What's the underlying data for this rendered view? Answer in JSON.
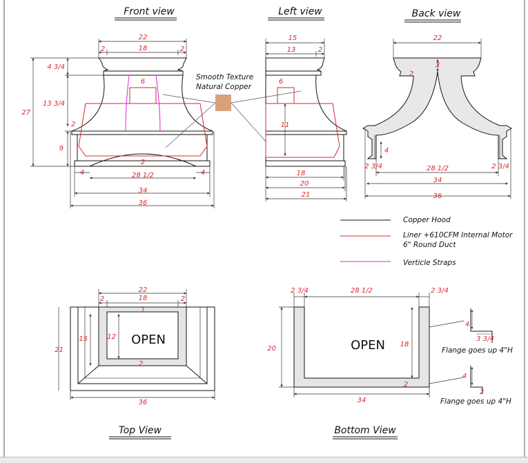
{
  "views": {
    "front": "Front view",
    "left": "Left view",
    "back": "Back view",
    "top": "Top View",
    "bottom": "Bottom View"
  },
  "callout": {
    "line1": "Smooth Texture",
    "line2": "Natural Copper",
    "swatch_color": "#d9a07a"
  },
  "legend": {
    "items": [
      {
        "label": "Copper Hood",
        "color": "#111111"
      },
      {
        "label": "Liner +610CFM Internal Motor",
        "sub": "6\" Round Duct",
        "color": "#d8262c"
      },
      {
        "label": "Verticle Straps",
        "color": "#e020e0"
      }
    ]
  },
  "front_dims": {
    "top_width": "22",
    "inner_width": "18",
    "side_left": "2",
    "side_right": "2",
    "overall_height": "27",
    "crown_height": "4 3/4",
    "body_height": "13 3/4",
    "band_height": "2",
    "base_height": "9",
    "duct": "6",
    "arch_rise": "2",
    "leg_left": "4",
    "leg_right": "4",
    "opening": "28 1/2",
    "base_width": "34",
    "overall_width": "36"
  },
  "left_dims": {
    "top_depth": "15",
    "inner_depth": "13",
    "side": "2",
    "duct": "6",
    "liner_height": "11",
    "d18": "18",
    "d20": "20",
    "d21": "21"
  },
  "back_dims": {
    "top_width": "22",
    "top_center": "3",
    "corner": "2",
    "leg_height": "4",
    "leg_left": "2 3/4",
    "leg_right": "2 3/4",
    "opening": "28 1/2",
    "d34": "34",
    "d36": "36"
  },
  "top_dims": {
    "width": "22",
    "inner": "18",
    "side_left": "2",
    "side_right": "2",
    "mark_top": "1",
    "mark_bottom": "2",
    "height_outer": "21",
    "height_mid": "15",
    "height_inner": "12",
    "open_label": "OPEN",
    "overall_width": "36"
  },
  "bottom_dims": {
    "leg_left": "2 3/4",
    "opening": "28 1/2",
    "leg_right": "2 3/4",
    "height_outer": "20",
    "height_inner": "18",
    "base": "2",
    "open_label": "OPEN",
    "width": "34",
    "flange1_a": "4",
    "flange1_b": "3 3/4",
    "flange1_note": "Flange goes up 4\"H",
    "flange2_a": "4",
    "flange2_b": "2",
    "flange2_note": "Flange goes up 4\"H"
  }
}
